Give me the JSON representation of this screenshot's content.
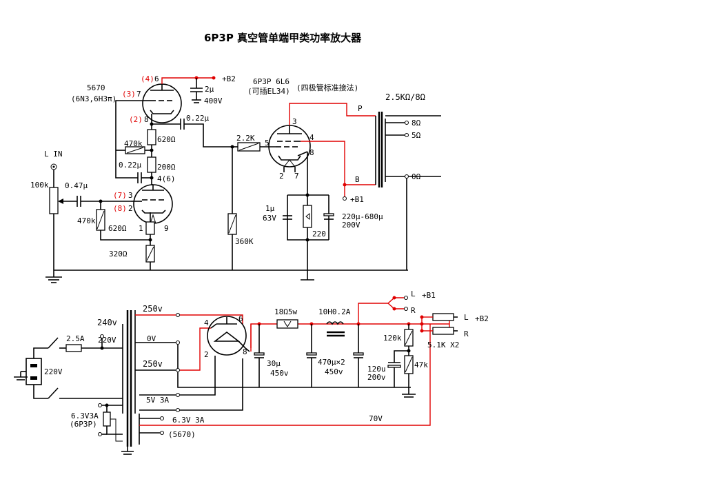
{
  "title": "6P3P 真空管单端甲类功率放大器",
  "amp": {
    "pin4_red": "(4)",
    "pin6": "6",
    "b2": "+B2",
    "cap_2u": "2μ",
    "cap_400v": "400V",
    "tube_5670": "5670",
    "tube_5670_alt": "(6N3,6H3π)",
    "pin3_red": "(3)",
    "pin7": "7",
    "pin2_red": "(2)",
    "pin8": "8",
    "r_620_top": "620Ω",
    "cap_022_top": "0.22μ",
    "r_470k_fb": "470k",
    "cap_022_left": "0.22μ",
    "r_200": "200Ω",
    "pin46": "4(6)",
    "l_in": "L IN",
    "pot_100k": "100k",
    "cap_047": "0.47μ",
    "pin7_red": "(7)",
    "pin3_b": "3",
    "pin8_red": "(8)",
    "pin2_b": "2",
    "r_470k_g": "470k",
    "r_620_b": "620Ω",
    "pin1": "1",
    "pin9": "9",
    "r_320": "320Ω",
    "r_22k": "2.2K",
    "r_360k": "360K",
    "pt_name": "6P3P 6L6",
    "pt_alt": "(可插EL34)",
    "pt_conn": "(四极管标准接法)",
    "pp3": "3",
    "pp4": "4",
    "pp5": "5",
    "pp8": "8",
    "pp2": "2",
    "pp7": "7",
    "xfmr": "2.5KΩ/8Ω",
    "p_label": "P",
    "b_label": "B",
    "o8": "8Ω",
    "o5": "5Ω",
    "o0": "0Ω",
    "b1": "+B1",
    "cap_1u": "1μ",
    "cap_63v": "63V",
    "r_220": "220",
    "cap_220_680": "220μ-680μ",
    "cap_200v": "200V"
  },
  "psu": {
    "v250_top": "250v",
    "v240": "240v",
    "fuse": "2.5A",
    "v220_in": "220V",
    "v220_sock": "220V",
    "v0": "0V",
    "v250_bot": "250v",
    "rt4": "4",
    "rt6": "6",
    "rt2": "2",
    "rt8": "8",
    "r18": "18Ω5w",
    "choke": "10H0.2A",
    "c30": "30μ",
    "c30v": "450v",
    "c470": "470μ×2",
    "c470v": "450v",
    "c120": "120u",
    "c120v": "200v",
    "r120k": "120k",
    "r47k": "47k",
    "r51k": "5.1K X2",
    "l_b1": "L",
    "b1": "+B1",
    "r_b1": "R",
    "l_b2": "L",
    "b2": "+B2",
    "r_b2": "R",
    "f5v": "5V 3A",
    "f63_6p3p": "6.3V3A",
    "f63_6p3p_b": "(6P3P)",
    "f63_5670": "6.3V 3A",
    "f63_5670_b": "(5670)",
    "v70": "70V"
  }
}
